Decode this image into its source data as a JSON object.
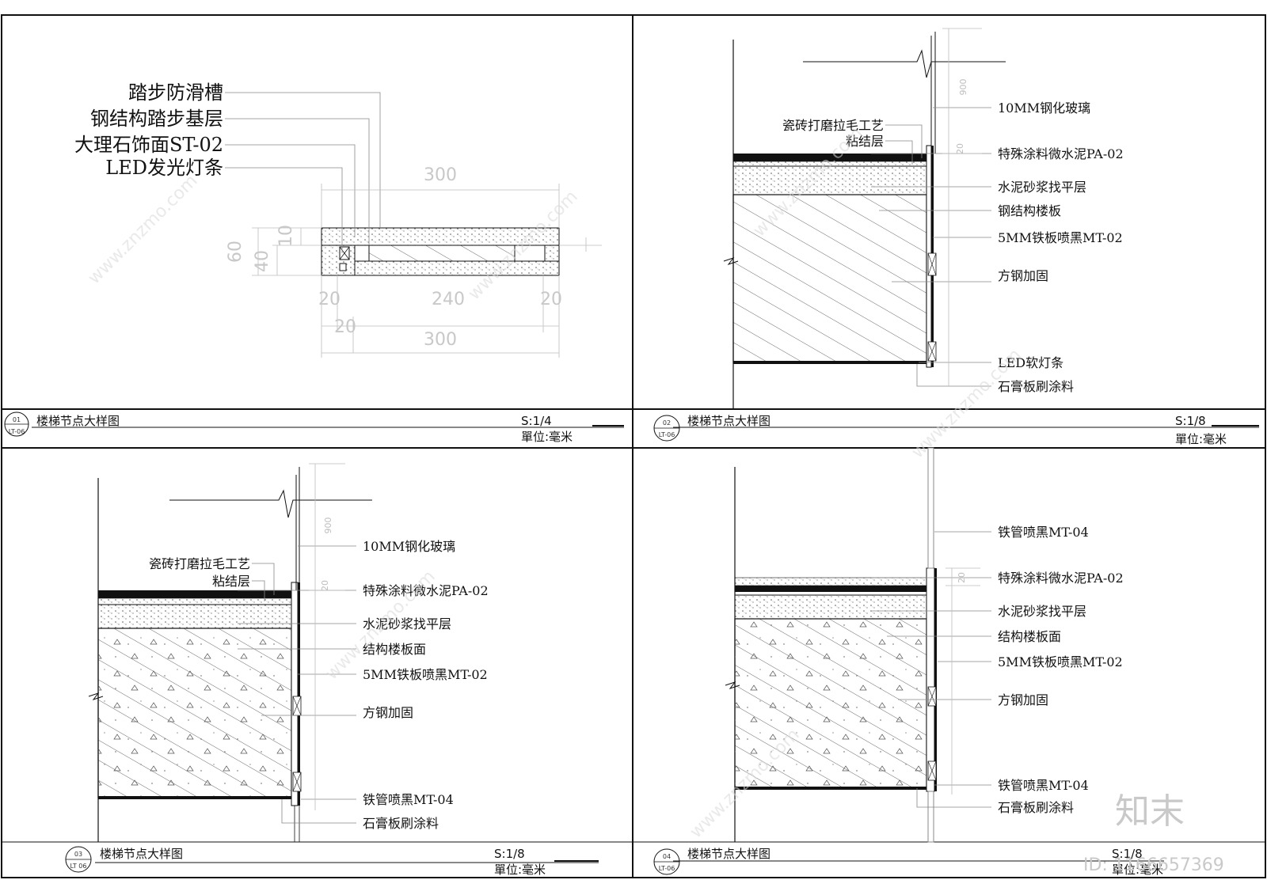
{
  "panels": [
    {
      "bubble_num": "01",
      "bubble_ref": "LT-06",
      "title": "楼梯节点大样图",
      "scale": "S:1/4",
      "unit": "單位:毫米",
      "labels": [
        "踏步防滑槽",
        "钢结构踏步基层",
        "大理石饰面ST-02",
        "LED发光灯条"
      ],
      "dims": {
        "top": "300",
        "bottom": "300",
        "mid": "240",
        "left20": "20",
        "right20": "20",
        "lower20": "20",
        "h60": "60",
        "h40": "40",
        "h10": "10"
      }
    },
    {
      "bubble_num": "02",
      "bubble_ref": "LT-06",
      "title": "楼梯节点大样图",
      "scale": "S:1/8",
      "unit": "單位:毫米",
      "left_labels": [
        "瓷砖打磨拉毛工艺",
        "粘结层"
      ],
      "labels": [
        "10MM钢化玻璃",
        "特殊涂料微水泥PA-02",
        "水泥砂浆找平层",
        "钢结构楼板",
        "5MM铁板喷黑MT-02",
        "方钢加固",
        "LED软灯条",
        "石膏板刷涂料"
      ],
      "dims": {
        "d900": "900",
        "d20": "20"
      }
    },
    {
      "bubble_num": "03",
      "bubble_ref": "LT 06",
      "title": "楼梯节点大样图",
      "scale": "S:1/8",
      "unit": "單位:毫米",
      "left_labels": [
        "瓷砖打磨拉毛工艺",
        "粘结层"
      ],
      "labels": [
        "10MM钢化玻璃",
        "特殊涂料微水泥PA-02",
        "水泥砂浆找平层",
        "结构楼板面",
        "5MM铁板喷黑MT-02",
        "方钢加固",
        "铁管喷黑MT-04",
        "石膏板刷涂料"
      ],
      "dims": {
        "d900": "900",
        "d20": "20"
      }
    },
    {
      "bubble_num": "04",
      "bubble_ref": "LT-06",
      "title": "楼梯节点大样图",
      "scale": "S:1/8",
      "unit": "單位:毫米",
      "labels": [
        "铁管喷黑MT-04",
        "特殊涂料微水泥PA-02",
        "水泥砂浆找平层",
        "结构楼板面",
        "5MM铁板喷黑MT-02",
        "方钢加固",
        "铁管喷黑MT-04",
        "石膏板刷涂料"
      ],
      "dims": {
        "d20": "20"
      }
    }
  ],
  "watermark": {
    "logo": "知末",
    "id": "ID: 1166657369",
    "site": "www.znzmo.com"
  },
  "colors": {
    "line": "#111111",
    "dim_line": "#bdbdbd",
    "hatch": "#333333"
  }
}
